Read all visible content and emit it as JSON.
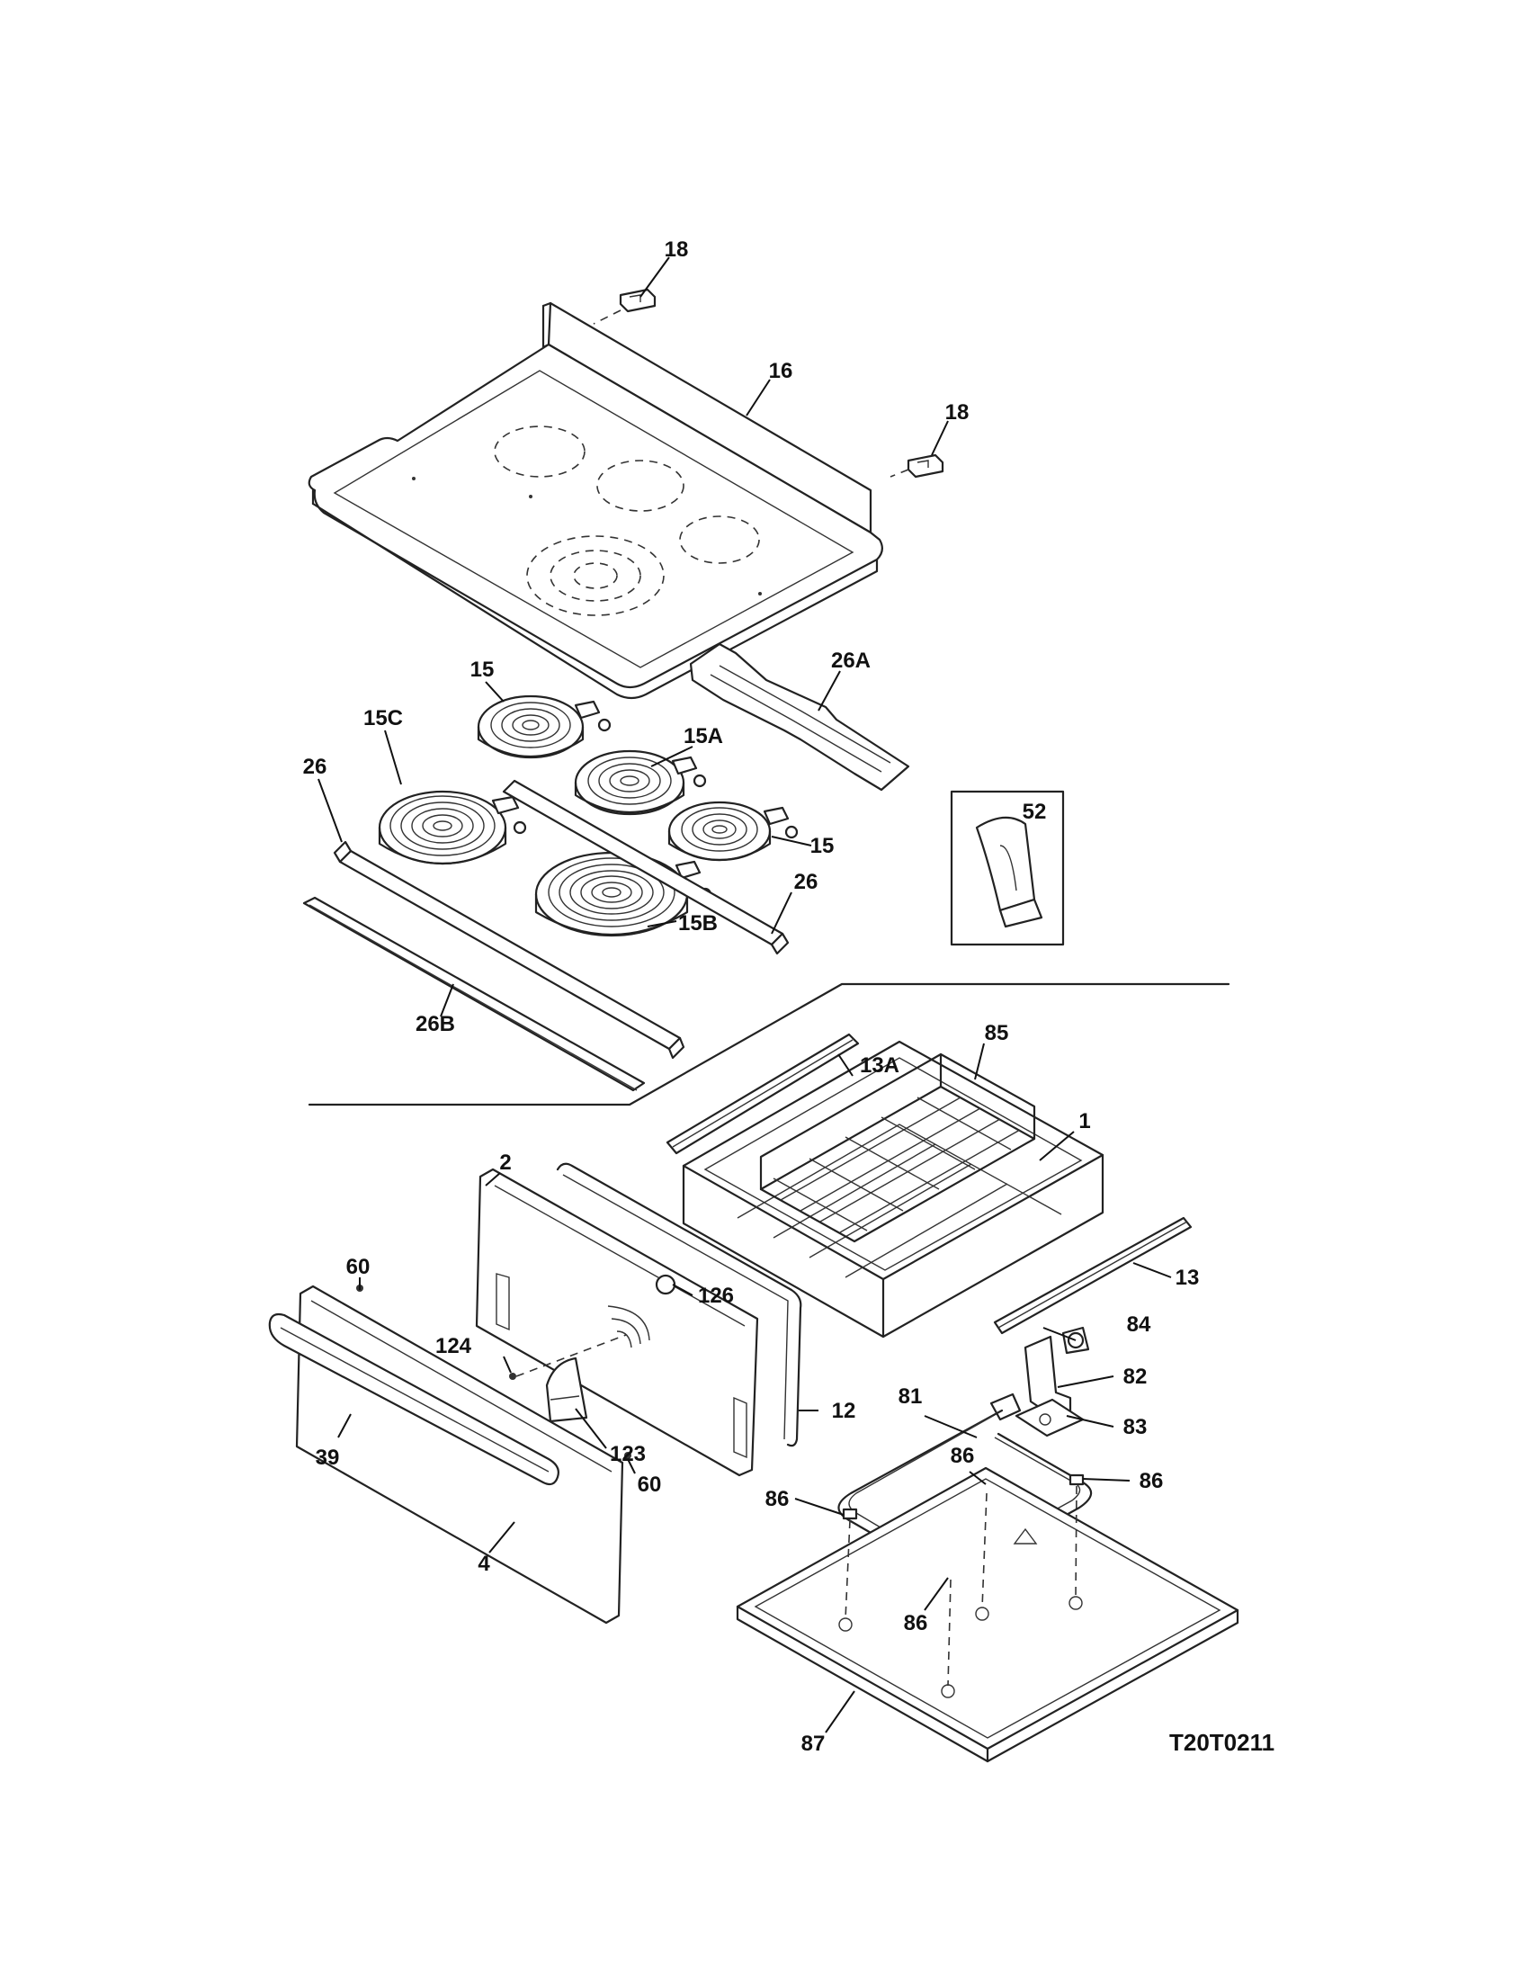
{
  "callouts": {
    "c18a": "18",
    "c16": "16",
    "c18b": "18",
    "c15a": "15",
    "c15c": "15C",
    "c15A": "15A",
    "c26a": "26",
    "c26A": "26A",
    "c52": "52",
    "c15b": "15",
    "c26b": "26",
    "c15B": "15B",
    "c26B": "26B",
    "c13A": "13A",
    "c85": "85",
    "c1": "1",
    "c2": "2",
    "c60a": "60",
    "c126": "126",
    "c13": "13",
    "c124": "124",
    "c84": "84",
    "c81": "81",
    "c82": "82",
    "c12": "12",
    "c123": "123",
    "c83": "83",
    "c39": "39",
    "c86a": "86",
    "c86b": "86",
    "c86c": "86",
    "c60b": "60",
    "c4": "4",
    "c86d": "86",
    "c87": "87"
  },
  "diagram_code": "T20T0211"
}
